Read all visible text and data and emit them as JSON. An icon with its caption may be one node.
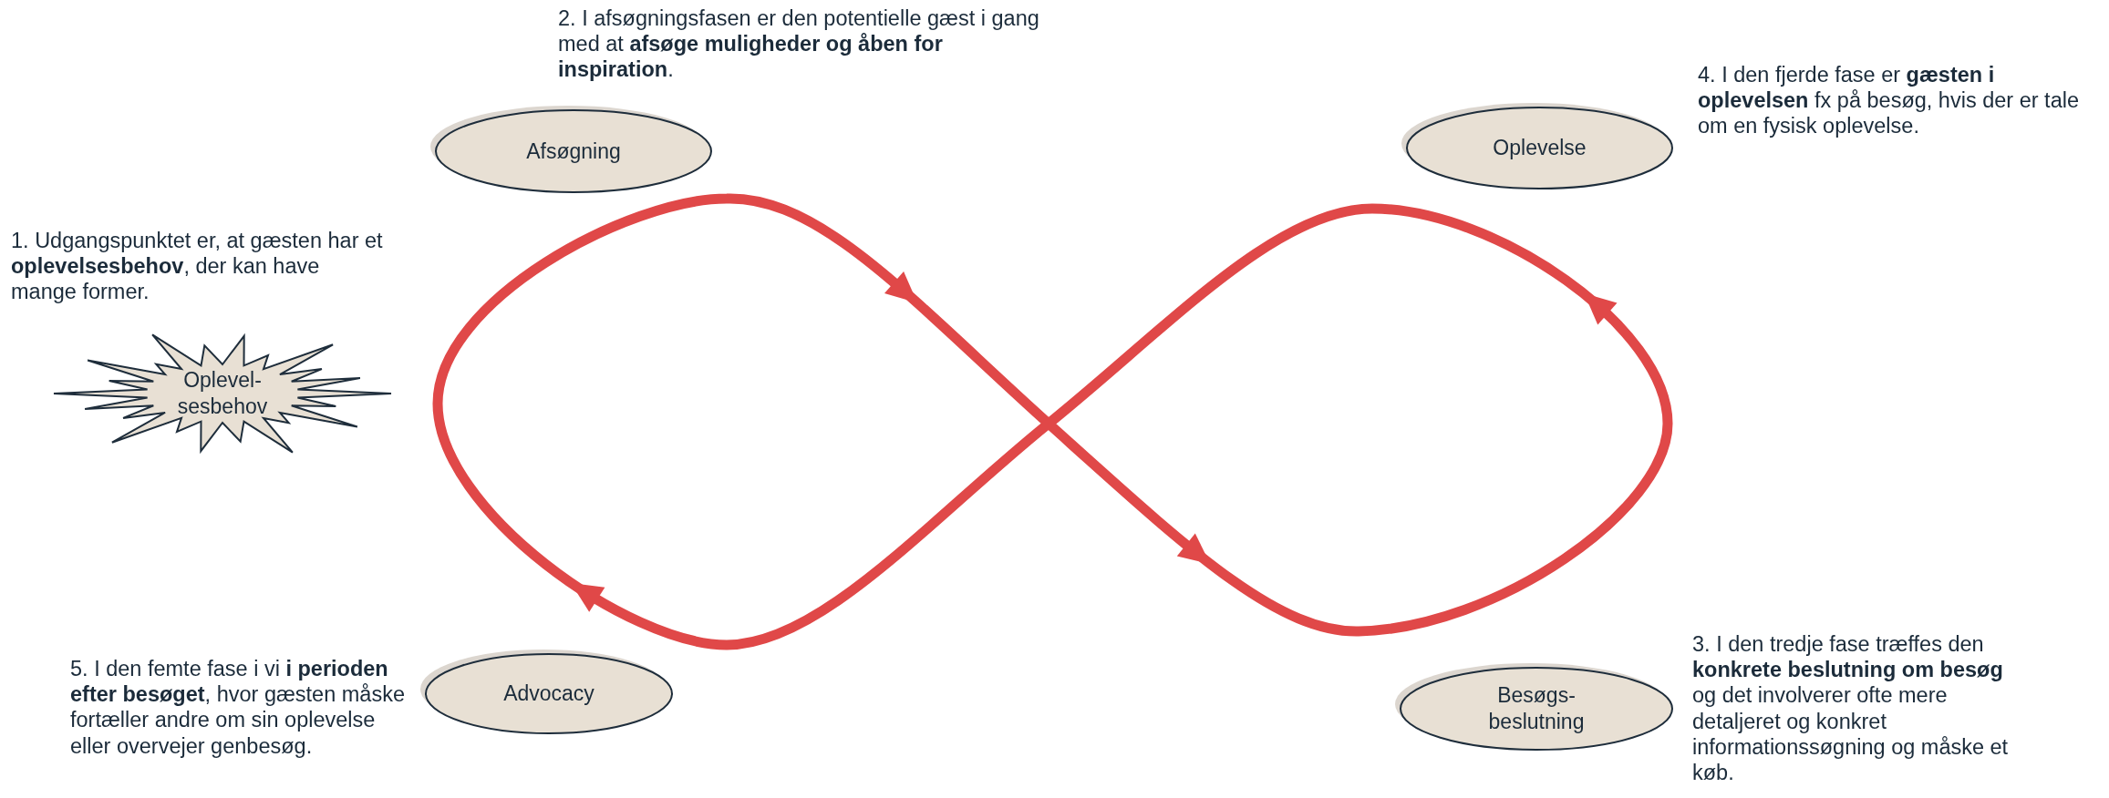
{
  "diagram": {
    "nodes": [
      {
        "text": [
          "Oplevel-sesbehov"
        ],
        "beside": [
          "1. Udgangspunktet er, at gæsten har et **oplevelsesbehov**, der kan have mange former."
        ]
      },
      {
        "text": [
          "Afsøgning"
        ],
        "beside": [
          "2. I afsøgningsfasen er den potentielle gæst i gang med at **afsøge muligheder og åben for inspiration**."
        ]
      },
      {
        "text": [
          "Besøgs-beslutning"
        ],
        "beside": [
          "3. I den tredje fase træffes den **konkrete beslutning om besøg** og det involverer ofte mere detaljeret og konkret informationssøgning og måske et køb."
        ]
      },
      {
        "text": [
          "Oplevelse"
        ],
        "beside": [
          "4. I den fjerde fase er **gæsten i oplevelsen** fx på besøg, hvis der er tale om en fysisk oplevelse."
        ]
      },
      {
        "text": [
          "Advocacy"
        ],
        "beside": [
          "5. I den femte fase i vi **i perioden efter besøget**, hvor gæsten måske fortæller andre om sin oplevelse eller overvejer genbesøg."
        ]
      }
    ]
  }
}
